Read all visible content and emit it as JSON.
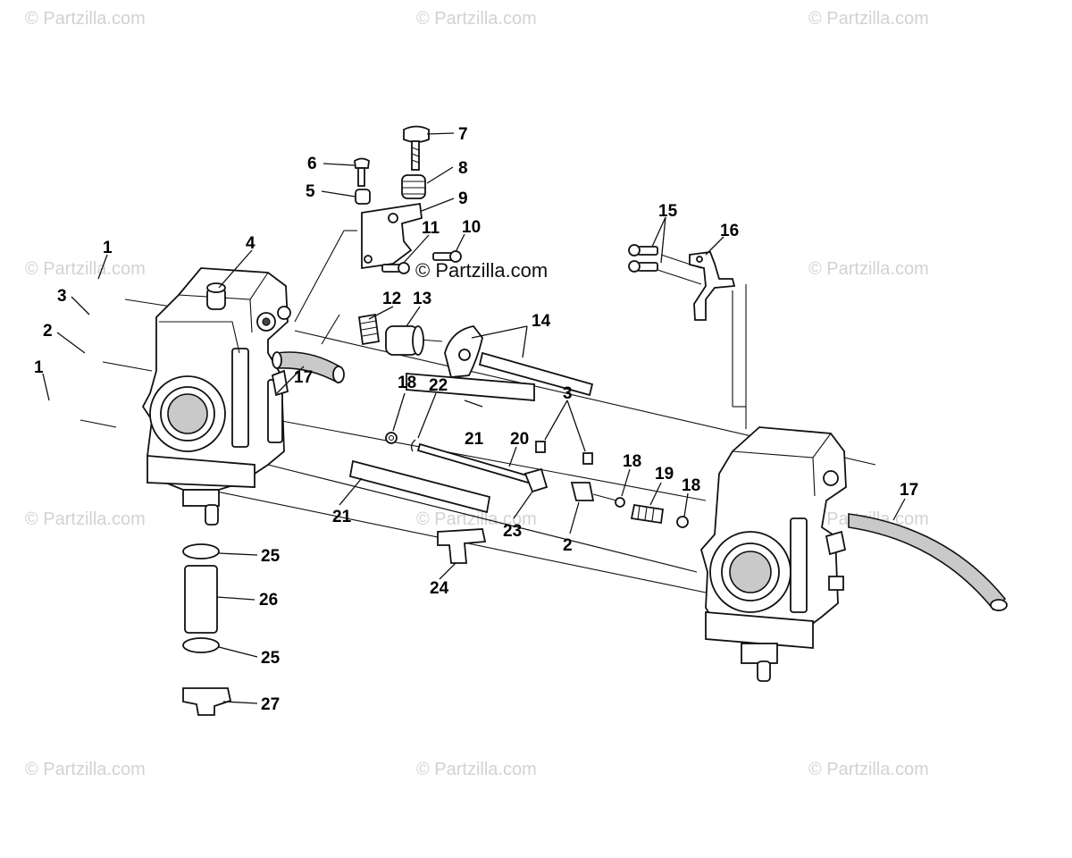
{
  "watermarks": {
    "row_text": "© Partzilla.com",
    "center_text": "© Partzilla.com"
  },
  "callouts": [
    {
      "id": "7",
      "label": "7"
    },
    {
      "id": "6",
      "label": "6"
    },
    {
      "id": "8",
      "label": "8"
    },
    {
      "id": "5",
      "label": "5"
    },
    {
      "id": "9",
      "label": "9"
    },
    {
      "id": "10",
      "label": "10"
    },
    {
      "id": "11",
      "label": "11"
    },
    {
      "id": "4",
      "label": "4"
    },
    {
      "id": "1a",
      "label": "1"
    },
    {
      "id": "3a",
      "label": "3"
    },
    {
      "id": "2a",
      "label": "2"
    },
    {
      "id": "1b",
      "label": "1"
    },
    {
      "id": "12",
      "label": "12"
    },
    {
      "id": "13",
      "label": "13"
    },
    {
      "id": "14",
      "label": "14"
    },
    {
      "id": "15",
      "label": "15"
    },
    {
      "id": "16",
      "label": "16"
    },
    {
      "id": "17a",
      "label": "17"
    },
    {
      "id": "18a",
      "label": "18"
    },
    {
      "id": "22",
      "label": "22"
    },
    {
      "id": "21a",
      "label": "21"
    },
    {
      "id": "20",
      "label": "20"
    },
    {
      "id": "3b",
      "label": "3"
    },
    {
      "id": "18b",
      "label": "18"
    },
    {
      "id": "19",
      "label": "19"
    },
    {
      "id": "18c",
      "label": "18"
    },
    {
      "id": "17b",
      "label": "17"
    },
    {
      "id": "21b",
      "label": "21"
    },
    {
      "id": "23",
      "label": "23"
    },
    {
      "id": "2b",
      "label": "2"
    },
    {
      "id": "24",
      "label": "24"
    },
    {
      "id": "25a",
      "label": "25"
    },
    {
      "id": "26",
      "label": "26"
    },
    {
      "id": "25b",
      "label": "25"
    },
    {
      "id": "27",
      "label": "27"
    }
  ]
}
